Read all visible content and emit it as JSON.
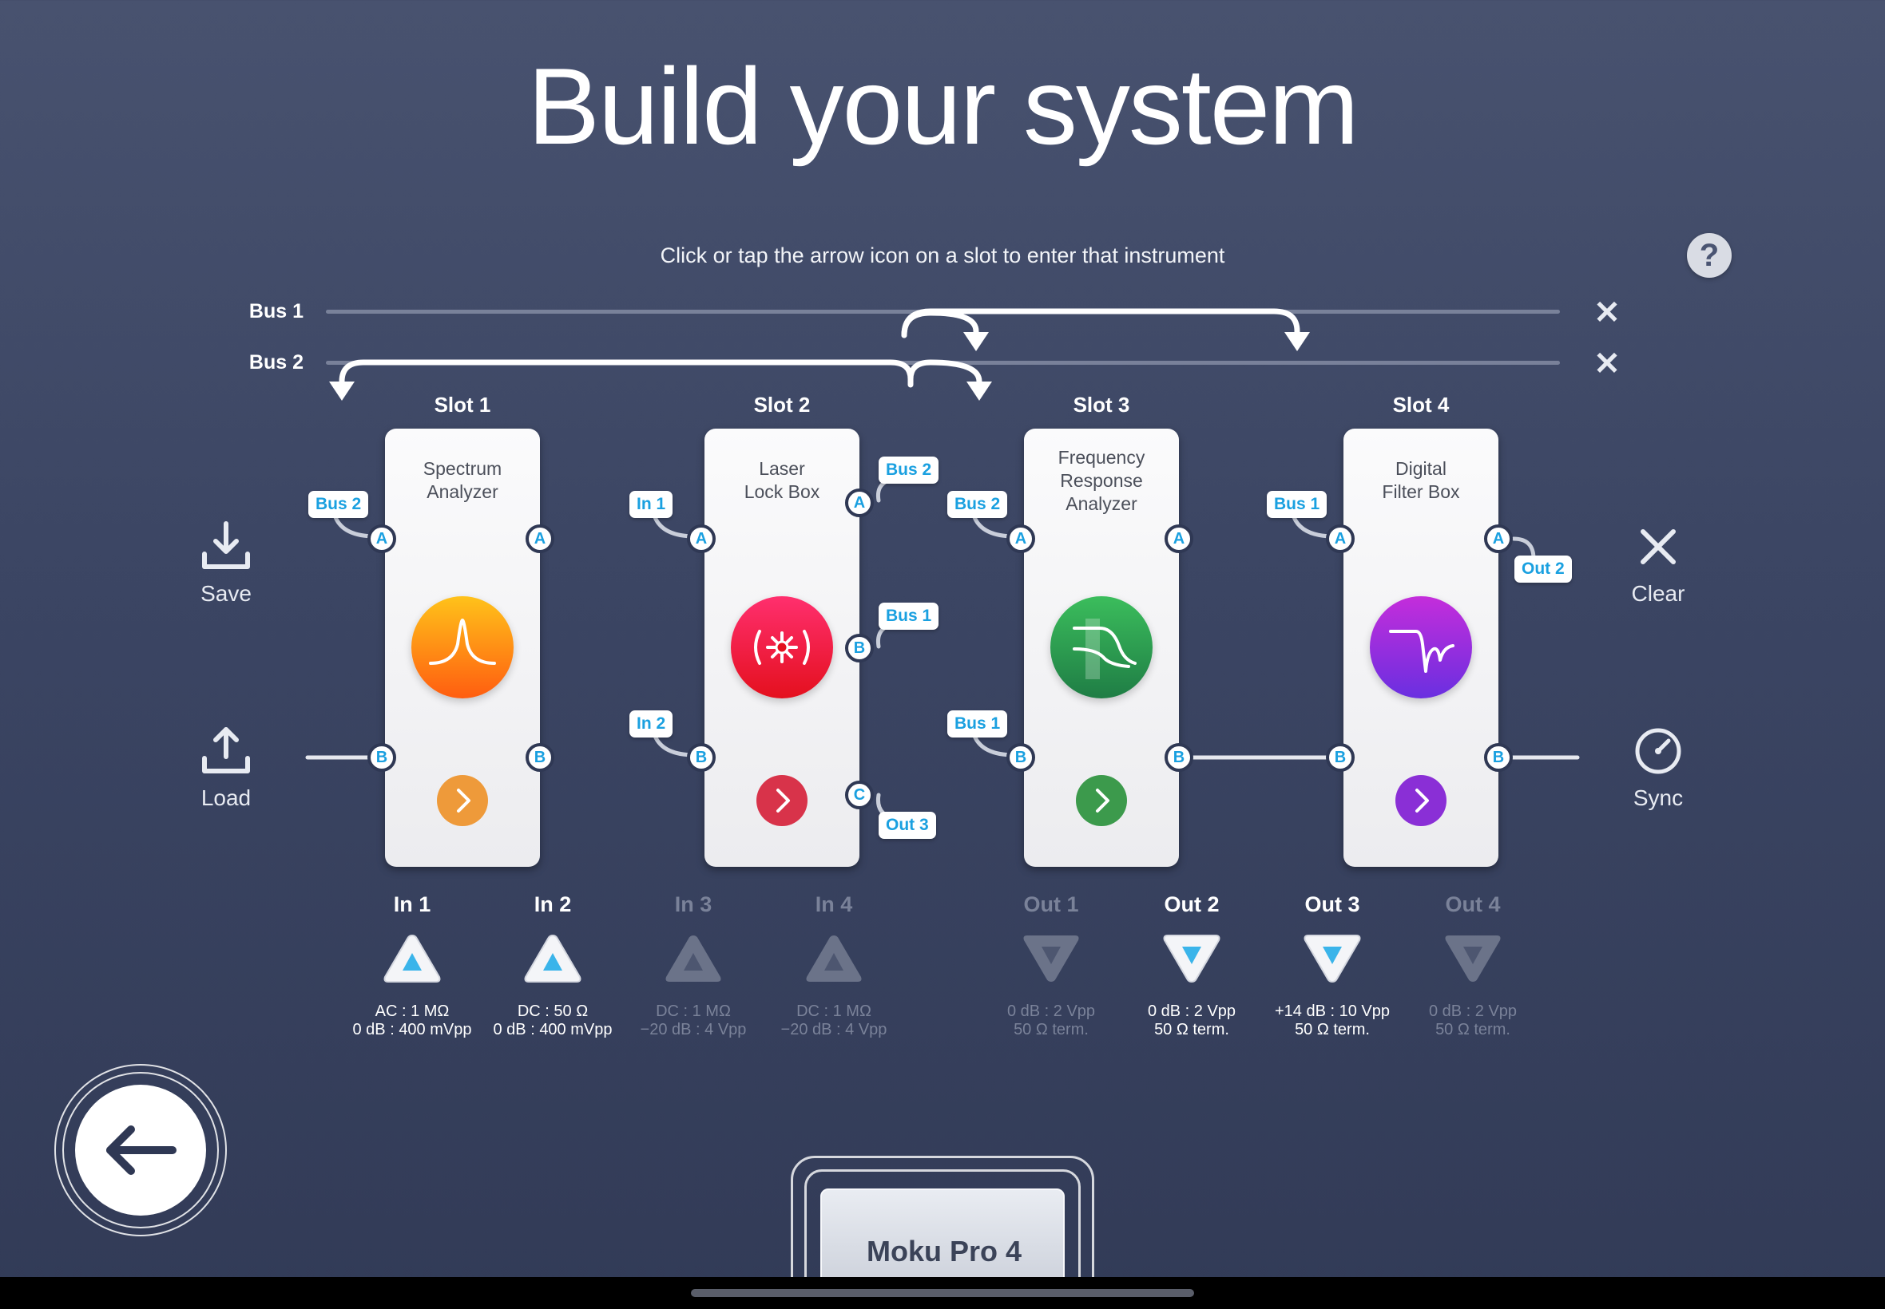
{
  "header": {
    "title": "Build your system",
    "subtitle": "Click or tap the arrow icon on a slot to enter that instrument"
  },
  "buses": [
    {
      "label": "Bus 1"
    },
    {
      "label": "Bus 2"
    }
  ],
  "slots": [
    {
      "title": "Slot 1",
      "name_lines": [
        "Spectrum",
        "Analyzer"
      ],
      "accent": "#ee9a3a",
      "port_a": "A",
      "port_b": "B",
      "port_a_out": "A",
      "port_b_out": "B",
      "tag_a": "Bus 2"
    },
    {
      "title": "Slot 2",
      "name_lines": [
        "Laser",
        "Lock Box"
      ],
      "accent": "#d8334a",
      "port_a": "A",
      "port_b": "B",
      "out_a": "A",
      "out_b": "B",
      "out_c": "C",
      "tag_in_a": "In 1",
      "tag_in_b": "In 2",
      "tag_out_a": "Bus 2",
      "tag_out_b": "Bus 1",
      "tag_out_c": "Out 3"
    },
    {
      "title": "Slot 3",
      "name_lines": [
        "Frequency",
        "Response",
        "Analyzer"
      ],
      "accent": "#3c9a4c",
      "port_a": "A",
      "port_b": "B",
      "port_a_out": "A",
      "port_b_out": "B",
      "tag_a": "Bus 2",
      "tag_b": "Bus 1"
    },
    {
      "title": "Slot 4",
      "name_lines": [
        "Digital",
        "Filter Box"
      ],
      "accent": "#8a2fd6",
      "port_a": "A",
      "port_b": "B",
      "port_a_out": "A",
      "port_b_out": "B",
      "tag_a": "Bus 1",
      "tag_out_a": "Out 2"
    }
  ],
  "side": {
    "save": "Save",
    "load": "Load",
    "clear": "Clear",
    "sync": "Sync"
  },
  "inputs": [
    {
      "label": "In 1",
      "line1": "AC : 1 MΩ",
      "line2": "0 dB : 400 mVpp",
      "active": true
    },
    {
      "label": "In 2",
      "line1": "DC : 50 Ω",
      "line2": "0 dB : 400 mVpp",
      "active": true
    },
    {
      "label": "In 3",
      "line1": "DC : 1 MΩ",
      "line2": "−20 dB : 4 Vpp",
      "active": false
    },
    {
      "label": "In 4",
      "line1": "DC : 1 MΩ",
      "line2": "−20 dB : 4 Vpp",
      "active": false
    }
  ],
  "outputs": [
    {
      "label": "Out 1",
      "line1": "0 dB : 2 Vpp",
      "line2": "50 Ω term.",
      "active": false
    },
    {
      "label": "Out 2",
      "line1": "0 dB : 2 Vpp",
      "line2": "50 Ω term.",
      "active": true
    },
    {
      "label": "Out 3",
      "line1": "+14 dB : 10 Vpp",
      "line2": "50 Ω term.",
      "active": true
    },
    {
      "label": "Out 4",
      "line1": "0 dB : 2 Vpp",
      "line2": "50 Ω term.",
      "active": false
    }
  ],
  "device": {
    "name": "Moku Pro 4"
  },
  "help": {
    "label": "?"
  },
  "colors": {
    "accent_port": "#1aa0e0",
    "background": "#3b4563"
  }
}
